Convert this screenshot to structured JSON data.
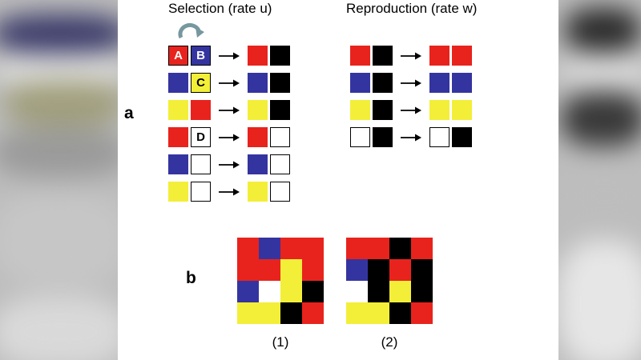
{
  "panel_a": {
    "label": "a",
    "selection": {
      "title": "Selection (rate u)",
      "rows": [
        {
          "left": [
            {
              "c": "red",
              "l": "A"
            },
            {
              "c": "blue",
              "l": "B"
            }
          ],
          "right": [
            {
              "c": "red"
            },
            {
              "c": "black"
            }
          ]
        },
        {
          "left": [
            {
              "c": "blue"
            },
            {
              "c": "yellow",
              "l": "C"
            }
          ],
          "right": [
            {
              "c": "blue"
            },
            {
              "c": "black"
            }
          ]
        },
        {
          "left": [
            {
              "c": "yellow"
            },
            {
              "c": "red"
            }
          ],
          "right": [
            {
              "c": "yellow"
            },
            {
              "c": "black"
            }
          ]
        },
        {
          "left": [
            {
              "c": "red"
            },
            {
              "c": "white",
              "l": "D"
            }
          ],
          "right": [
            {
              "c": "red"
            },
            {
              "c": "white"
            }
          ]
        },
        {
          "left": [
            {
              "c": "blue"
            },
            {
              "c": "white"
            }
          ],
          "right": [
            {
              "c": "blue"
            },
            {
              "c": "white"
            }
          ]
        },
        {
          "left": [
            {
              "c": "yellow"
            },
            {
              "c": "white"
            }
          ],
          "right": [
            {
              "c": "yellow"
            },
            {
              "c": "white"
            }
          ]
        }
      ]
    },
    "reproduction": {
      "title": "Reproduction (rate w)",
      "rows": [
        {
          "left": [
            {
              "c": "red"
            },
            {
              "c": "black"
            }
          ],
          "right": [
            {
              "c": "red"
            },
            {
              "c": "red"
            }
          ]
        },
        {
          "left": [
            {
              "c": "blue"
            },
            {
              "c": "black"
            }
          ],
          "right": [
            {
              "c": "blue"
            },
            {
              "c": "blue"
            }
          ]
        },
        {
          "left": [
            {
              "c": "yellow"
            },
            {
              "c": "black"
            }
          ],
          "right": [
            {
              "c": "yellow"
            },
            {
              "c": "yellow"
            }
          ]
        },
        {
          "left": [
            {
              "c": "white"
            },
            {
              "c": "black"
            }
          ],
          "right": [
            {
              "c": "white"
            },
            {
              "c": "black"
            }
          ]
        }
      ]
    }
  },
  "panel_b": {
    "label": "b",
    "grid1": {
      "caption": "(1)",
      "cells": [
        [
          "red",
          "blue",
          "red",
          "red"
        ],
        [
          "red",
          "red",
          "yellow",
          "red"
        ],
        [
          "blue",
          "white",
          "yellow",
          "black"
        ],
        [
          "yellow",
          "yellow",
          "black",
          "red"
        ]
      ]
    },
    "grid2": {
      "caption": "(2)",
      "cells": [
        [
          "red",
          "red",
          "black",
          "red"
        ],
        [
          "blue",
          "black",
          "red",
          "black"
        ],
        [
          "white",
          "black",
          "yellow",
          "black"
        ],
        [
          "yellow",
          "yellow",
          "black",
          "red"
        ]
      ]
    }
  },
  "colors": {
    "red": "#e8231d",
    "blue": "#3434a0",
    "yellow": "#f3ef39",
    "black": "#000000",
    "white": "#ffffff"
  }
}
